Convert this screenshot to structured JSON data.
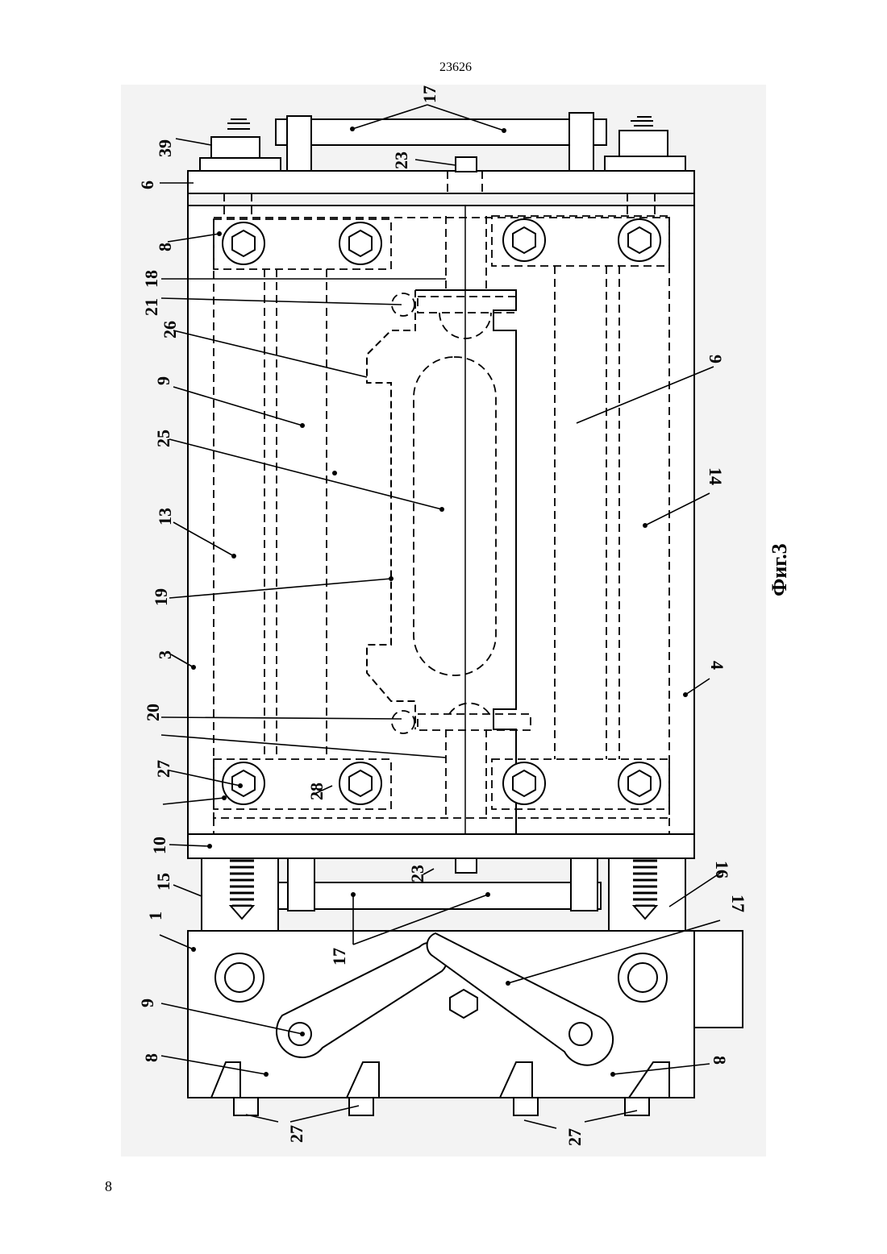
{
  "header": {
    "document_number": "23626"
  },
  "footer": {
    "page_number": "8"
  },
  "figure": {
    "caption": "Фиг.3",
    "labels": [
      "17",
      "39",
      "23",
      "6",
      "8",
      "18",
      "21",
      "26",
      "9",
      "25",
      "13",
      "19",
      "3",
      "20",
      "27",
      "28",
      "10",
      "15",
      "23",
      "1",
      "17",
      "9",
      "8",
      "27",
      "9",
      "14",
      "4",
      "16",
      "17",
      "8",
      "27"
    ]
  }
}
